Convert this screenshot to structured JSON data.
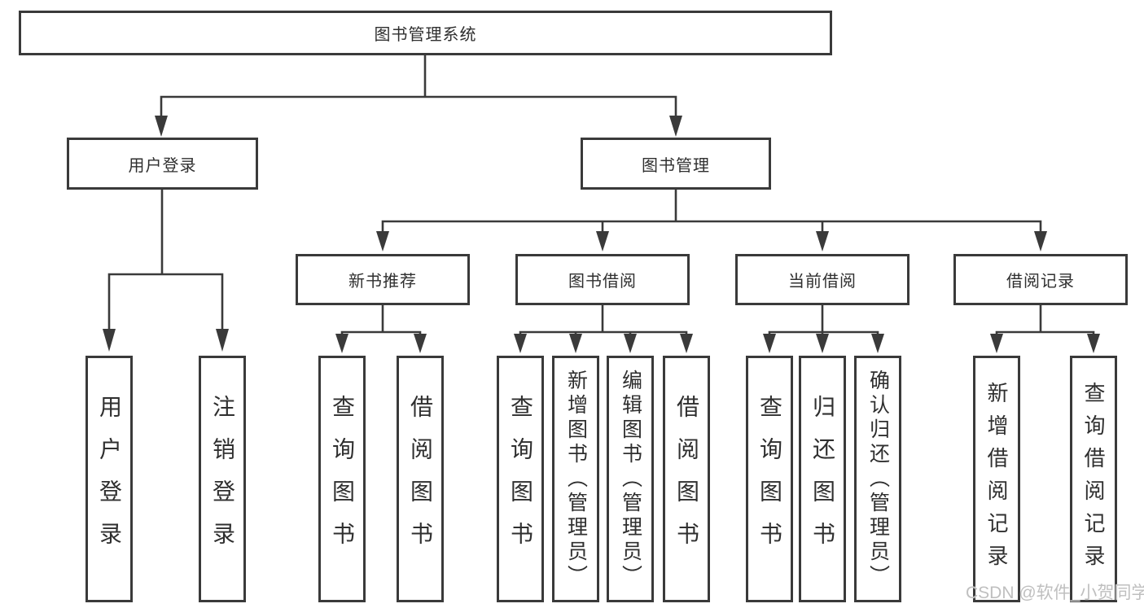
{
  "tree": {
    "root": {
      "label": "图书管理系统"
    },
    "branches": [
      {
        "label": "用户登录",
        "children": [
          {
            "label": "用户登录"
          },
          {
            "label": "注销登录"
          }
        ]
      },
      {
        "label": "图书管理",
        "children": [
          {
            "label": "新书推荐",
            "children": [
              {
                "label": "查询图书"
              },
              {
                "label": "借阅图书"
              }
            ]
          },
          {
            "label": "图书借阅",
            "children": [
              {
                "label": "查询图书"
              },
              {
                "label": "新增图书（管理员）"
              },
              {
                "label": "编辑图书（管理员）"
              },
              {
                "label": "借阅图书"
              }
            ]
          },
          {
            "label": "当前借阅",
            "children": [
              {
                "label": "查询图书"
              },
              {
                "label": "归还图书"
              },
              {
                "label": "确认归还（管理员）"
              }
            ]
          },
          {
            "label": "借阅记录",
            "children": [
              {
                "label": "新增借阅记录"
              },
              {
                "label": "查询借阅记录"
              }
            ]
          }
        ]
      }
    ]
  },
  "watermark": {
    "text": "CSDN @软件_小贺同学"
  },
  "colors": {
    "line": "#3a3a3a",
    "box_border": "#3a3a3a",
    "box_background": "#ffffff",
    "text": "#2f2f2f",
    "watermark": "#bfbfbf",
    "page_background": "#ffffff"
  }
}
